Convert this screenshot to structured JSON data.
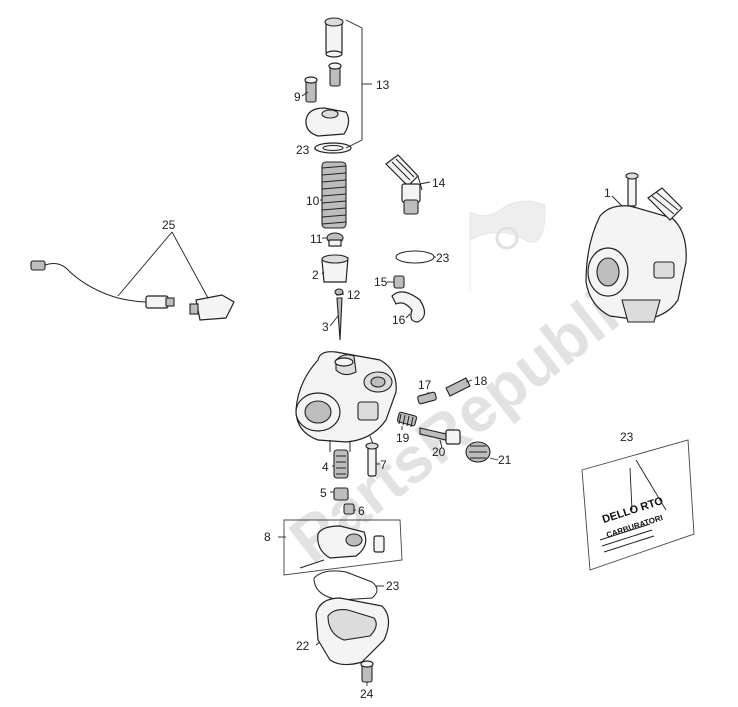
{
  "watermark": {
    "text": "PartsRepublik"
  },
  "callouts": {
    "c1": "1",
    "c2": "2",
    "c3": "3",
    "c4": "4",
    "c5": "5",
    "c6": "6",
    "c7": "7",
    "c8": "8",
    "c9": "9",
    "c10": "10",
    "c11": "11",
    "c12": "12",
    "c13": "13",
    "c14": "14",
    "c15": "15",
    "c16": "16",
    "c17": "17",
    "c18": "18",
    "c19": "19",
    "c20": "20",
    "c21": "21",
    "c22": "22",
    "c23a": "23",
    "c23b": "23",
    "c23c": "23",
    "c23d": "23",
    "c24": "24",
    "c25": "25"
  },
  "kit_envelope": {
    "brand": "DELLO RTO",
    "subtitle": "CARBURATORI"
  },
  "icons": {
    "watermark_logo": "gear-flag-icon"
  }
}
